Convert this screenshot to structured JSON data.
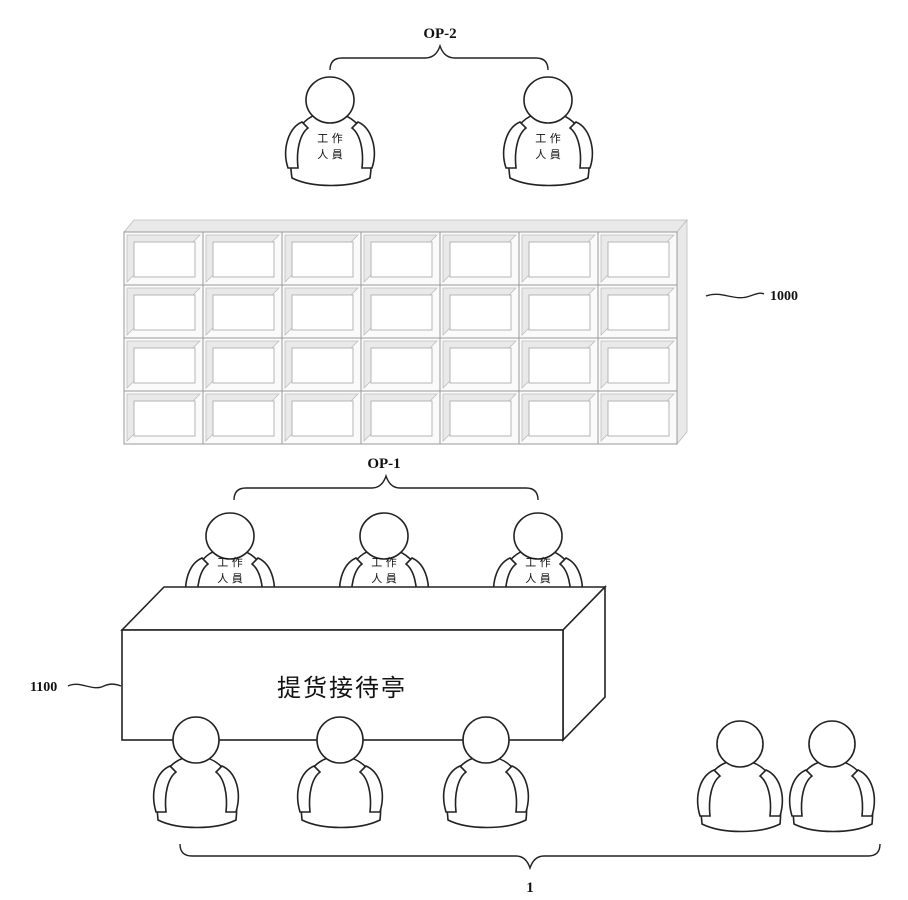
{
  "labels": {
    "op2": "OP-2",
    "op1": "OP-1",
    "cabinet_ref": "1000",
    "booth_ref": "1100",
    "customers_ref": "1",
    "booth_name": "提货接待亭"
  },
  "staff": {
    "line1": "工 作",
    "line2": "人 員"
  },
  "cabinet": {
    "rows": 4,
    "cols": 7
  }
}
